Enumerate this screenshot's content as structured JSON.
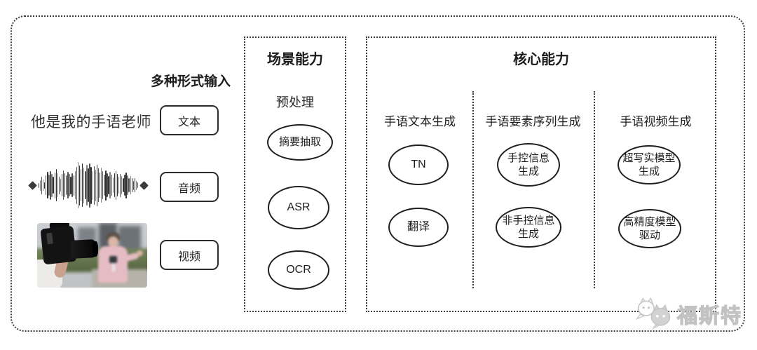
{
  "input_section": {
    "title": "多种形式输入",
    "sample_sentence": "他是我的手语老师",
    "boxes": [
      {
        "label": "文本"
      },
      {
        "label": "音频"
      },
      {
        "label": "视频"
      }
    ],
    "media_icons": [
      "audio-waveform",
      "reporter-video-thumbnail"
    ]
  },
  "scene_capability": {
    "title": "场景能力",
    "stage_label": "预处理",
    "nodes": [
      {
        "label": "摘要抽取"
      },
      {
        "label": "ASR"
      },
      {
        "label": "OCR"
      }
    ]
  },
  "core_capability": {
    "title": "核心能力",
    "columns": [
      {
        "header": "手语文本生成",
        "nodes": [
          {
            "label": "TN"
          },
          {
            "label": "翻译"
          }
        ]
      },
      {
        "header": "手语要素序列生成",
        "nodes": [
          {
            "label": "手控信息\n生成"
          },
          {
            "label": "非手控信息\n生成"
          }
        ]
      },
      {
        "header": "手语视频生成",
        "nodes": [
          {
            "label": "超写实模型\n生成"
          },
          {
            "label": "高精度模型\n驱动"
          }
        ]
      }
    ]
  },
  "watermark": {
    "text": "福斯特",
    "logo": "mascot-chat-bubbles-logo",
    "color": "#c2c2c2"
  },
  "colors": {
    "ink": "#1f1f1f",
    "dotted_border": "#3c3c3c",
    "background": "#ffffff",
    "watermark_gray": "#c2c2c2"
  },
  "waveform": {
    "bars": [
      0.1,
      0.22,
      0.38,
      0.24,
      0.14,
      0.42,
      0.58,
      0.46,
      0.62,
      0.5,
      0.36,
      0.56,
      0.7,
      0.52,
      0.38,
      0.28,
      0.48,
      0.64,
      0.52,
      0.42,
      0.58,
      0.48,
      0.38,
      0.52,
      0.44,
      0.6,
      0.8,
      1.0,
      0.86,
      0.7,
      0.94,
      0.78,
      0.6,
      0.88,
      0.72,
      0.96,
      0.8,
      0.62,
      0.84,
      0.68,
      0.9,
      0.72,
      0.55,
      0.75,
      0.6,
      0.45,
      0.65,
      0.52,
      0.4,
      0.58,
      0.46,
      0.34,
      0.52,
      0.62,
      0.48,
      0.36,
      0.5,
      0.4,
      0.3,
      0.46,
      0.56,
      0.42,
      0.3,
      0.4,
      0.3,
      0.2,
      0.3,
      0.2,
      0.12
    ]
  }
}
